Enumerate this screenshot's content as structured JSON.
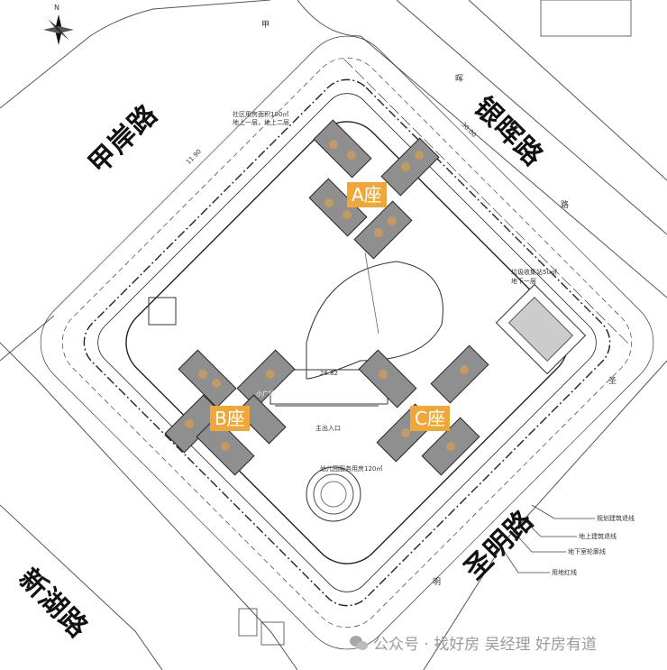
{
  "north_label": "N",
  "roads": {
    "jiaan": "甲岸路",
    "yinhui": "银晖路",
    "shengming": "圣明路",
    "xinhu": "新湖路",
    "top_chars": [
      "甲",
      "晖",
      "路",
      "圣",
      "明"
    ]
  },
  "towers": {
    "a": "A座",
    "b": "B座",
    "c": "C座"
  },
  "annotations": {
    "top_note_1": "社区用房面积180㎡",
    "top_note_2": "地上一层，地上二层",
    "right_note_1": "垃圾收集站50㎡",
    "right_note_2": "地下一层",
    "center_dim": "26.82",
    "small_plaza": "小广场",
    "bottom_note": "幼儿园服务用房120㎡",
    "entrance": "主出入口",
    "dim_left": "11.90",
    "dim_top": "30.00"
  },
  "legend": [
    "规划建筑退线",
    "地上建筑退线",
    "地下室轮廓线",
    "用地红线"
  ],
  "watermark": "公众号 · 找好房 吴经理 好房有道",
  "colors": {
    "building": "#8f8f8f",
    "accent": "#f0a73a",
    "line": "#222222"
  }
}
